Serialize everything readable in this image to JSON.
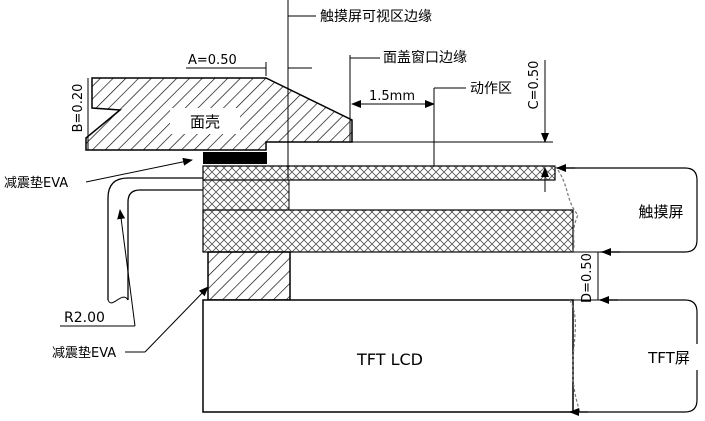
{
  "labels": {
    "touch_visible_edge": "触摸屏可视区边缘",
    "cover_window_edge": "面盖窗口边缘",
    "active_area": "动作区",
    "dim_a": "A=0.50",
    "dim_b": "B=0.20",
    "dim_c": "C=0.50",
    "dim_d": "D=0.50",
    "dim_gap": "1.5mm",
    "housing": "面壳",
    "eva_top": "减震垫EVA",
    "eva_bottom": "减震垫EVA",
    "radius": "R2.00",
    "touch_screen": "触摸屏",
    "tft_lcd": "TFT LCD",
    "tft_screen": "TFT屏"
  }
}
